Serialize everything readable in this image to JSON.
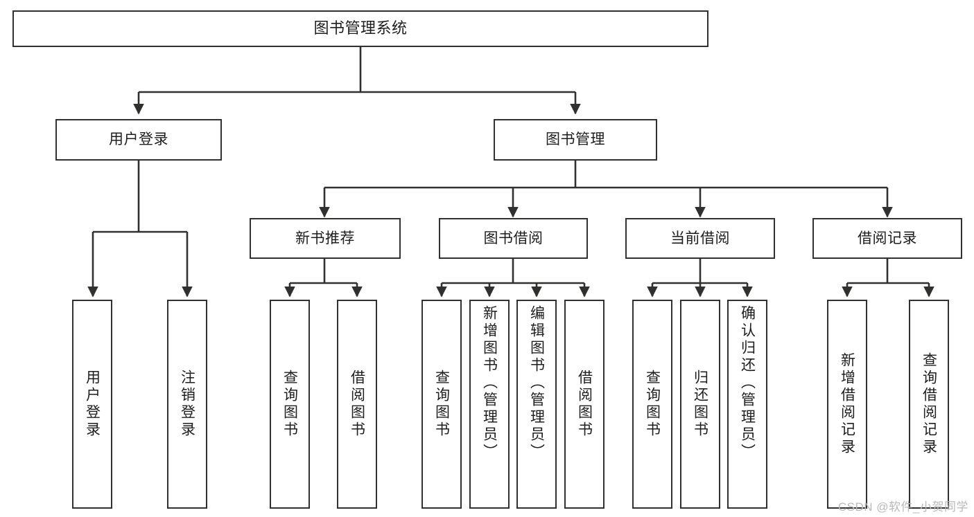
{
  "diagram": {
    "title": "图书管理系统",
    "type": "hierarchy-tree",
    "background_color": "#ffffff",
    "line_color": "#30302f",
    "box_fill": "#ffffff",
    "text_color": "#1d1d1d"
  },
  "levels": {
    "root": {
      "label": "图书管理系统"
    },
    "level2": [
      {
        "label": "用户登录"
      },
      {
        "label": "图书管理"
      }
    ],
    "level3": [
      {
        "label": "新书推荐"
      },
      {
        "label": "图书借阅"
      },
      {
        "label": "当前借阅"
      },
      {
        "label": "借阅记录"
      }
    ],
    "leaves": [
      {
        "label": "用户登录",
        "parent": "用户登录",
        "orientation": "vertical",
        "align": "center"
      },
      {
        "label": "注销登录",
        "parent": "用户登录",
        "orientation": "vertical",
        "align": "center"
      },
      {
        "label": "查询图书",
        "parent": "新书推荐",
        "orientation": "vertical",
        "align": "center"
      },
      {
        "label": "借阅图书",
        "parent": "新书推荐",
        "orientation": "vertical",
        "align": "center"
      },
      {
        "label": "查询图书",
        "parent": "图书借阅",
        "orientation": "vertical",
        "align": "center"
      },
      {
        "label": "新增图书（管理员）",
        "parent": "图书借阅",
        "orientation": "vertical",
        "align": "top"
      },
      {
        "label": "编辑图书（管理员）",
        "parent": "图书借阅",
        "orientation": "vertical",
        "align": "top"
      },
      {
        "label": "借阅图书",
        "parent": "图书借阅",
        "orientation": "vertical",
        "align": "center"
      },
      {
        "label": "查询图书",
        "parent": "当前借阅",
        "orientation": "vertical",
        "align": "center"
      },
      {
        "label": "归还图书",
        "parent": "当前借阅",
        "orientation": "vertical",
        "align": "center"
      },
      {
        "label": "确认归还（管理员）",
        "parent": "当前借阅",
        "orientation": "vertical",
        "align": "top"
      },
      {
        "label": "新增借阅记录",
        "parent": "借阅记录",
        "orientation": "vertical",
        "align": "center"
      },
      {
        "label": "查询借阅记录",
        "parent": "借阅记录",
        "orientation": "vertical",
        "align": "center"
      }
    ]
  },
  "watermark": {
    "text": "CSDN @软件_小贺同学"
  }
}
